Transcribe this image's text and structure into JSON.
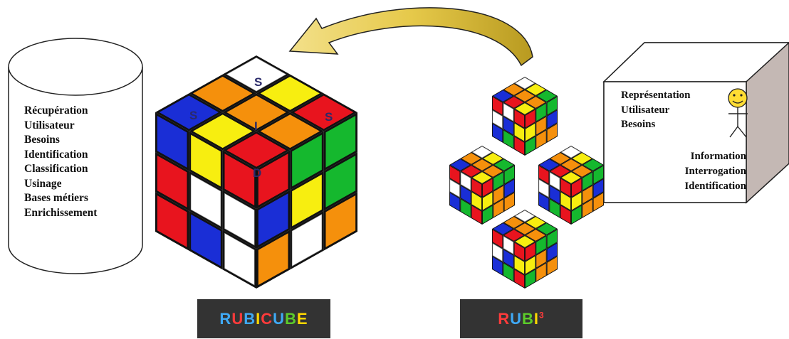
{
  "cylinder": {
    "items": [
      "Récupération",
      "Utilisateur",
      "Besoins",
      "Identification",
      "Classification",
      "Usinage",
      "Bases métiers",
      "Enrichissement"
    ]
  },
  "box": {
    "top_items": [
      "Représentation",
      "Utilisateur",
      "Besoins"
    ],
    "bottom_items": [
      "Information",
      "Interrogation",
      "Identification"
    ],
    "icon": "smiley-stick-figure-icon"
  },
  "big_cube": {
    "letters": {
      "top": "S",
      "left": "S",
      "center": "I",
      "right": "S",
      "front": "D"
    }
  },
  "labels": {
    "rubicube": {
      "letters": [
        "R",
        "U",
        "B",
        "I",
        "C",
        "U",
        "B",
        "E"
      ],
      "colors": [
        "#3fa9f5",
        "#ff3b3b",
        "#3fa9f5",
        "#ffd700",
        "#ff3b3b",
        "#3fa9f5",
        "#5ccc2a",
        "#ffd700"
      ]
    },
    "rubi3": {
      "letters": [
        "R",
        "U",
        "B",
        "I"
      ],
      "colors": [
        "#ff3b3b",
        "#3fa9f5",
        "#5ccc2a",
        "#ffd700"
      ],
      "sup": "3",
      "sup_color": "#ff3b3b"
    }
  },
  "colors": {
    "arrow": "#e6c94a",
    "label_bg": "#333333"
  }
}
